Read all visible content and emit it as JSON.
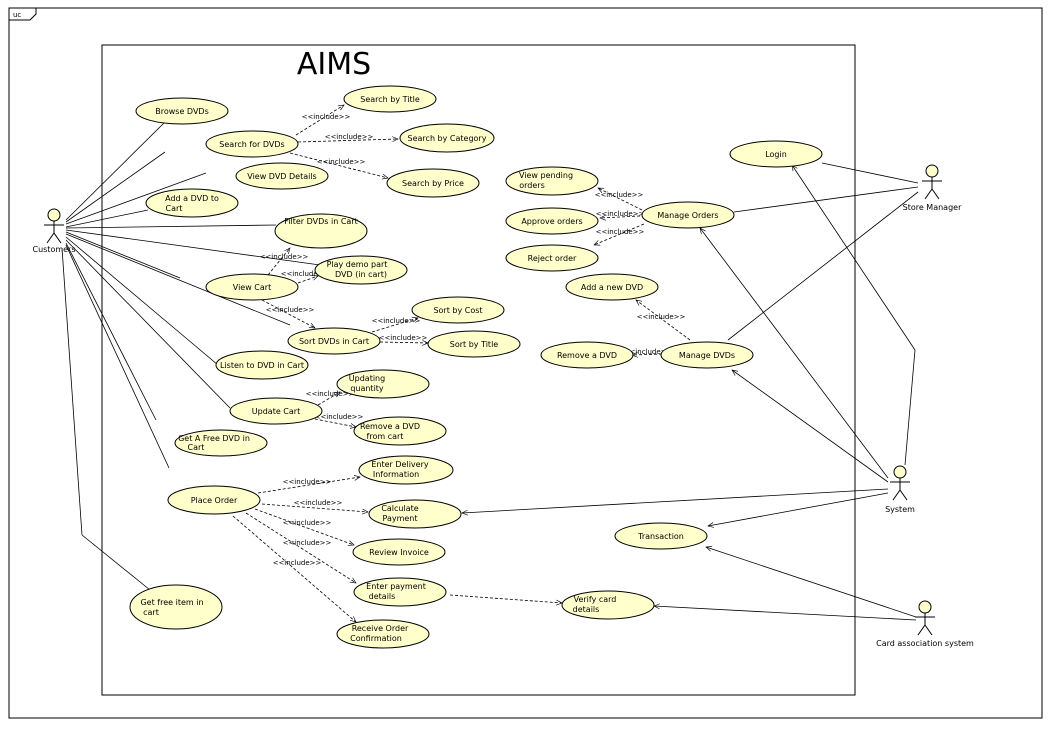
{
  "frame_label": "uc",
  "system_title": "AIMS",
  "include_label": "<<include>>",
  "actors": {
    "customers": "Customers",
    "store_manager": "Store Manager",
    "system": "System",
    "card_association": "Card association system"
  },
  "use_cases": {
    "browse": "Browse DVDs",
    "search": "Search for DVDs",
    "search_title": "Search by Title",
    "search_category": "Search by Category",
    "search_price": "Search by Price",
    "view_details": "View DVD Details",
    "add_to_cart": [
      "Add a DVD to",
      "Cart"
    ],
    "filter_cart": "Filter DVDs in Cart",
    "play_demo": [
      "Play demo part",
      "DVD (in cart)"
    ],
    "view_cart": "View Cart",
    "sort_cart": "Sort DVDs in Cart",
    "sort_cost": "Sort by Cost",
    "sort_title": "Sort by Title",
    "listen": "Listen to DVD in Cart",
    "update_qty": [
      "Updating",
      "quantity"
    ],
    "update_cart": "Update Cart",
    "remove_from_cart": [
      "Remove a DVD",
      "from cart"
    ],
    "free_dvd": [
      "Get A Free DVD in",
      "Cart"
    ],
    "delivery": [
      "Enter Delivery",
      "Information"
    ],
    "place_order": "Place Order",
    "calc_payment": [
      "Calculate",
      "Payment"
    ],
    "review_invoice": "Review Invoice",
    "payment_details": [
      "Enter payment",
      "details"
    ],
    "receive_confirmation": [
      "Receive Order",
      "Confirmation"
    ],
    "free_item": [
      "Get free item in",
      "cart"
    ],
    "verify_card": [
      "Verify card",
      "details"
    ],
    "transaction": "Transaction",
    "login": "Login",
    "view_pending": [
      "View pending",
      "orders"
    ],
    "approve_orders": "Approve orders",
    "manage_orders": "Manage Orders",
    "reject_order": "Reject order",
    "add_dvd": "Add a new DVD",
    "remove_dvd": "Remove a DVD",
    "manage_dvds": "Manage DVDs"
  }
}
